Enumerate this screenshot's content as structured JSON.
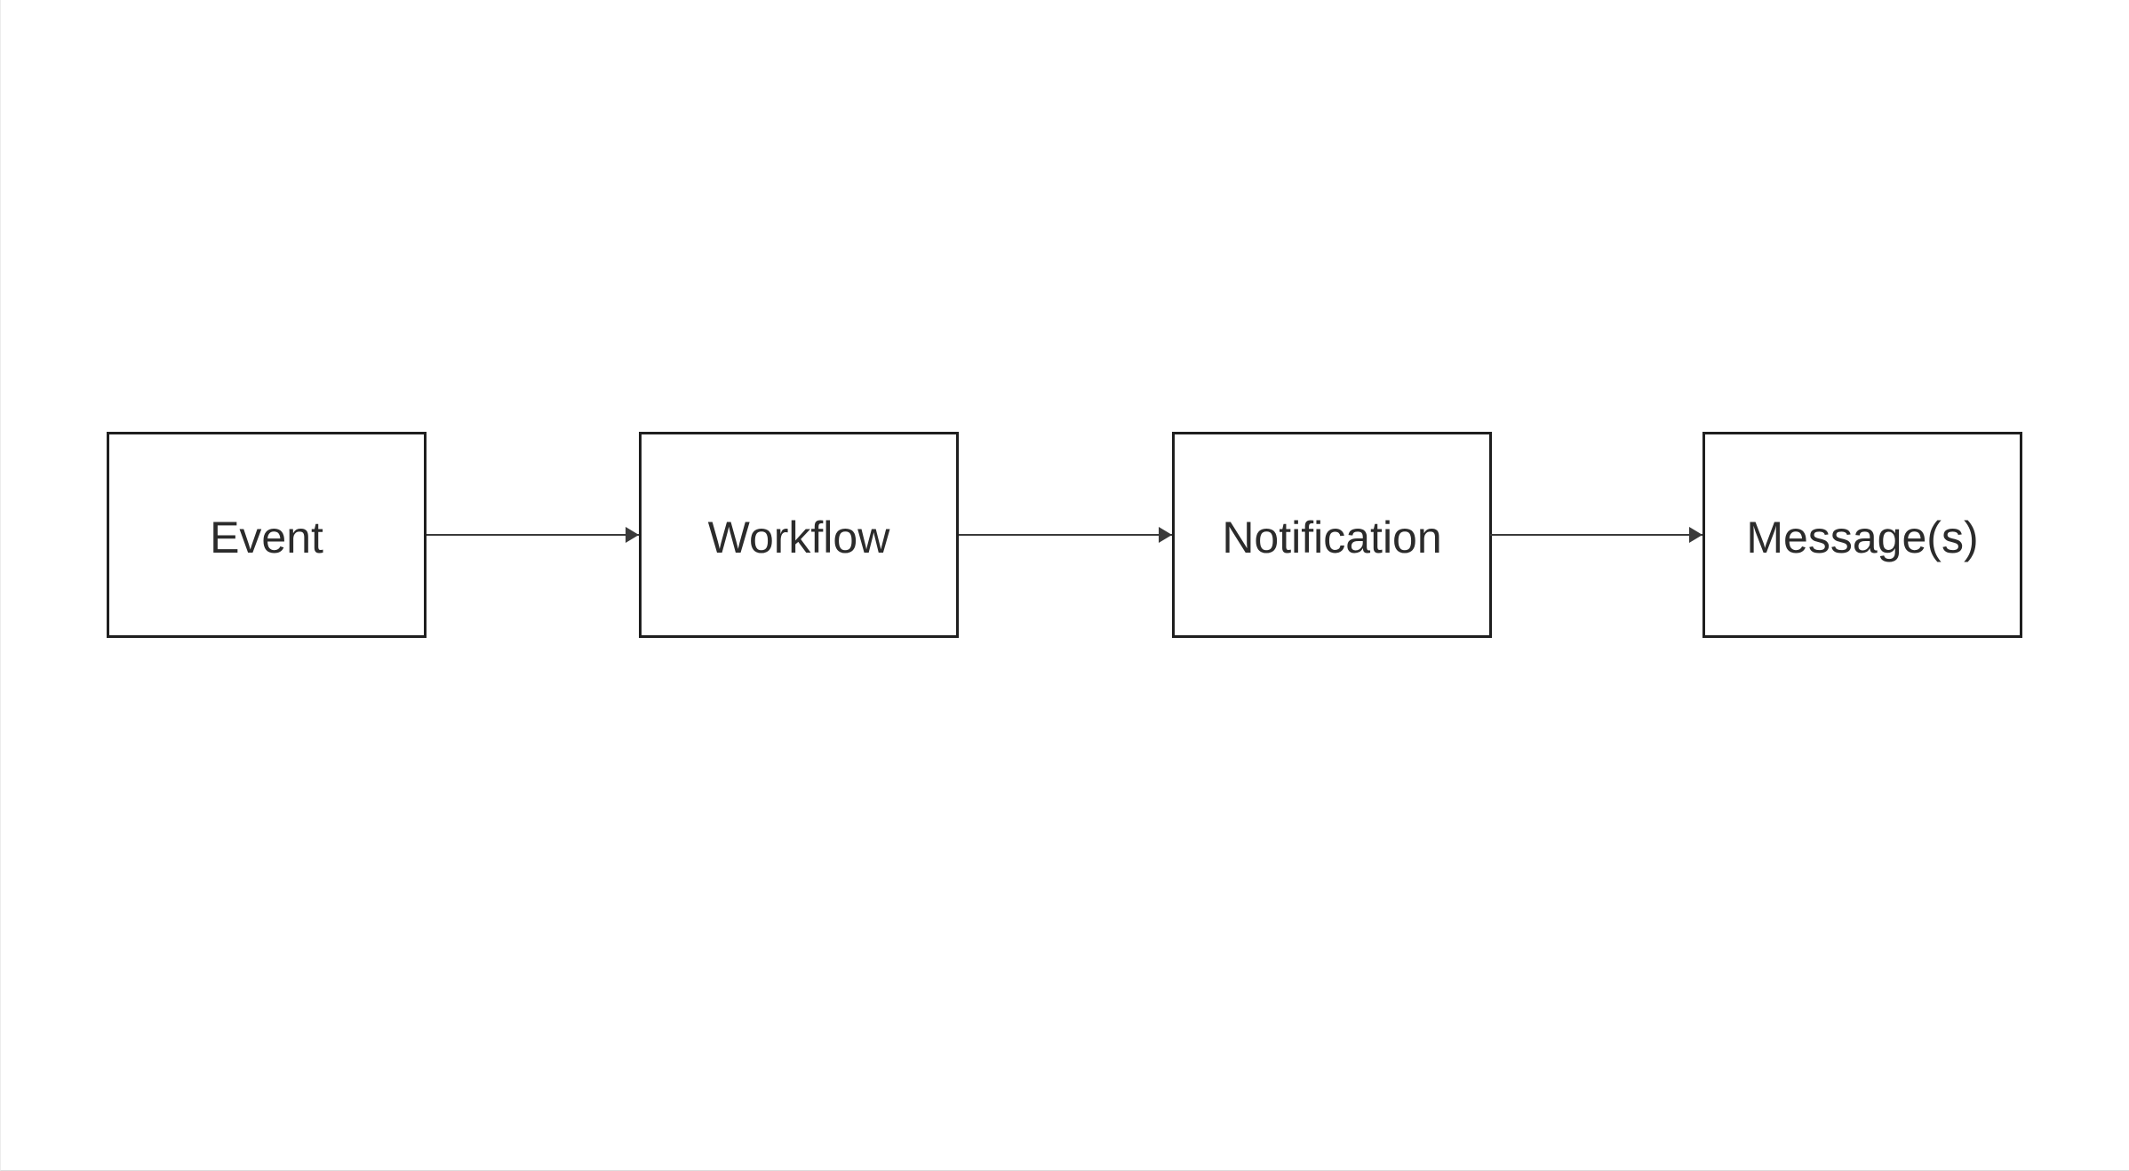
{
  "diagram": {
    "nodes": [
      {
        "label": "Event"
      },
      {
        "label": "Workflow"
      },
      {
        "label": "Notification"
      },
      {
        "label": "Message(s)"
      }
    ],
    "edges": [
      {
        "from": "Event",
        "to": "Workflow"
      },
      {
        "from": "Workflow",
        "to": "Notification"
      },
      {
        "from": "Notification",
        "to": "Message(s)"
      }
    ],
    "colors": {
      "background": "#ffffff",
      "node-fill": "#ffffff",
      "border": "#1f1f1f",
      "arrow": "#3a3a3a",
      "text": "#2b2b2b"
    }
  }
}
